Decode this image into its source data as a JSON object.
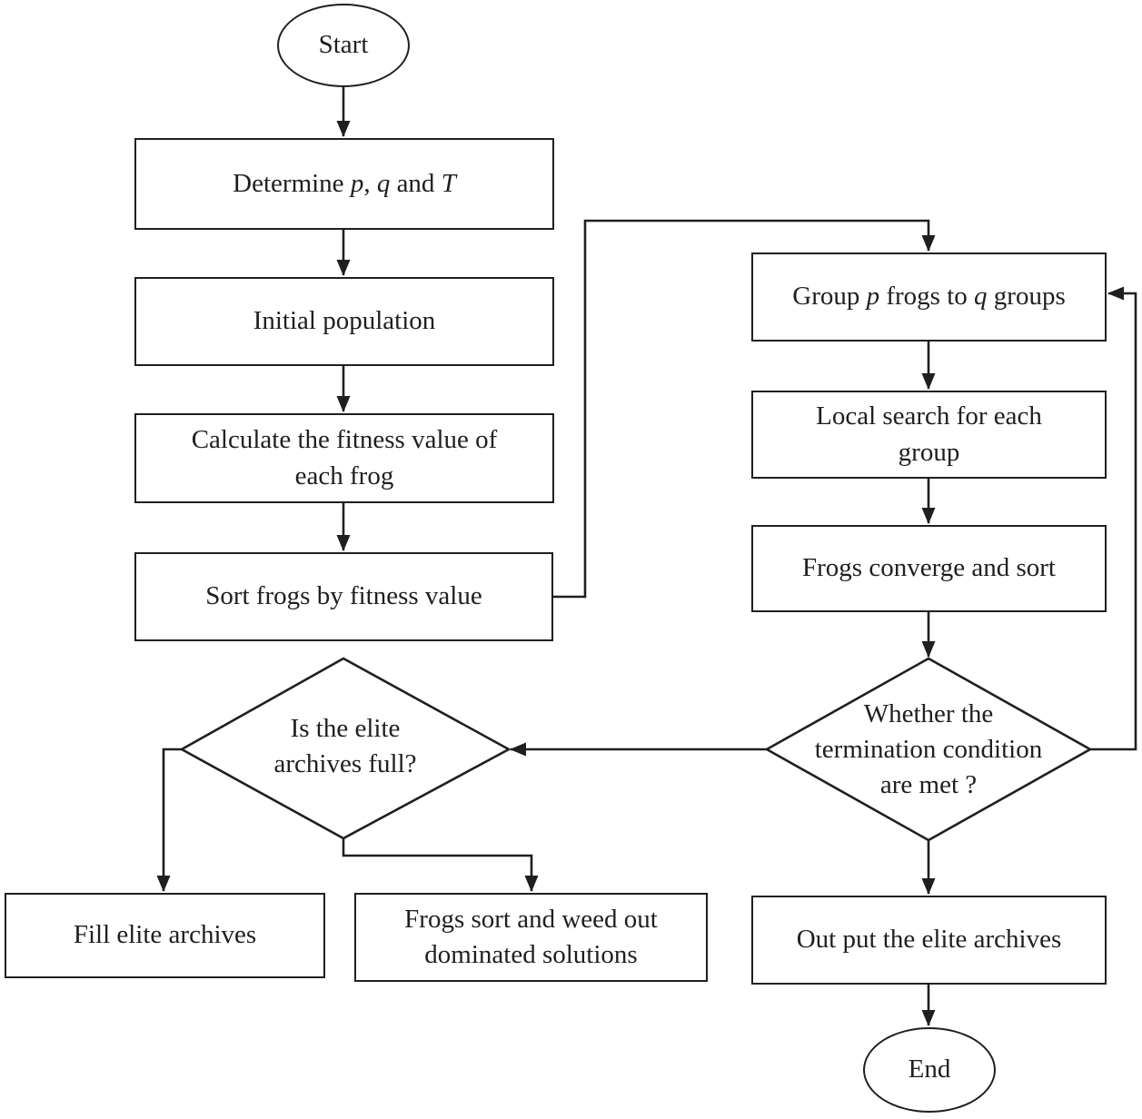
{
  "diagram": {
    "type": "flowchart",
    "colors": {
      "stroke": "#1f1f1f",
      "background": "#ffffff",
      "text": "#1f1f1f"
    },
    "nodes": {
      "start": {
        "label": "Start",
        "shape": "terminator"
      },
      "determine": {
        "p1": "Determine ",
        "p2": "p",
        "p3": ", ",
        "p4": "q",
        "p5": " and ",
        "p6": "T",
        "shape": "process"
      },
      "initial": {
        "label": "Initial population",
        "shape": "process"
      },
      "calculate": {
        "line1": "Calculate the fitness value of",
        "line2": "each frog",
        "shape": "process"
      },
      "sort": {
        "label": "Sort frogs by fitness value",
        "shape": "process"
      },
      "group": {
        "g1": "Group ",
        "g2": "p",
        "g3": " frogs to ",
        "g4": "q",
        "g5": " groups",
        "shape": "process"
      },
      "local": {
        "line1": "Local search for each",
        "line2": "group",
        "shape": "process"
      },
      "converge": {
        "label": "Frogs converge and sort",
        "shape": "process"
      },
      "termination": {
        "line1": "Whether the",
        "line2": "termination condition",
        "line3": "are met ?",
        "shape": "decision"
      },
      "elite": {
        "line1": "Is the elite",
        "line2": "archives full?",
        "shape": "decision"
      },
      "fill": {
        "label": "Fill elite archives",
        "shape": "process"
      },
      "weed": {
        "line1": "Frogs sort  and weed out",
        "line2": "dominated solutions",
        "shape": "process"
      },
      "output": {
        "label": "Out put the elite archives",
        "shape": "process"
      },
      "end": {
        "label": "End",
        "shape": "terminator"
      }
    },
    "edges": [
      {
        "from": "start",
        "to": "determine"
      },
      {
        "from": "determine",
        "to": "initial"
      },
      {
        "from": "initial",
        "to": "calculate"
      },
      {
        "from": "calculate",
        "to": "sort"
      },
      {
        "from": "sort",
        "to": "group"
      },
      {
        "from": "group",
        "to": "local"
      },
      {
        "from": "local",
        "to": "converge"
      },
      {
        "from": "converge",
        "to": "termination"
      },
      {
        "from": "termination",
        "to": "elite"
      },
      {
        "from": "termination",
        "to": "output"
      },
      {
        "from": "termination",
        "to": "group"
      },
      {
        "from": "elite",
        "to": "fill"
      },
      {
        "from": "elite",
        "to": "weed"
      },
      {
        "from": "output",
        "to": "end"
      }
    ]
  }
}
